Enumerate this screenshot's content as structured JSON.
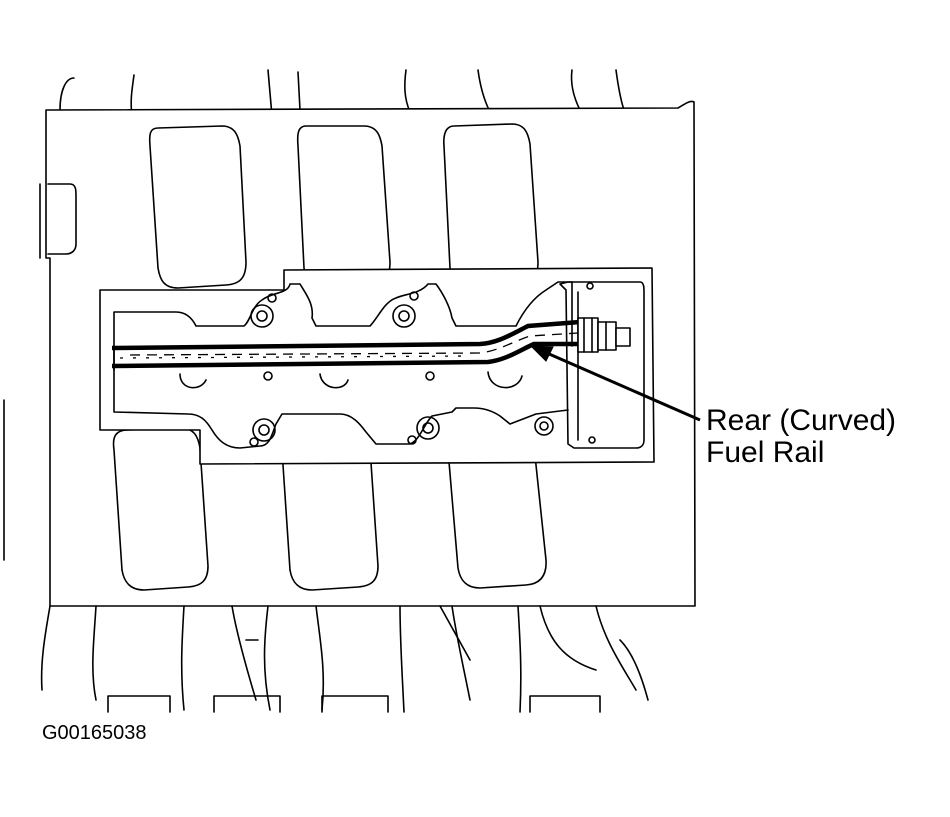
{
  "diagram": {
    "callout": {
      "line1": "Rear (Curved)",
      "line2": "Fuel Rail"
    },
    "figure_id": "G00165038",
    "colors": {
      "line": "#000000",
      "background": "#ffffff"
    }
  }
}
